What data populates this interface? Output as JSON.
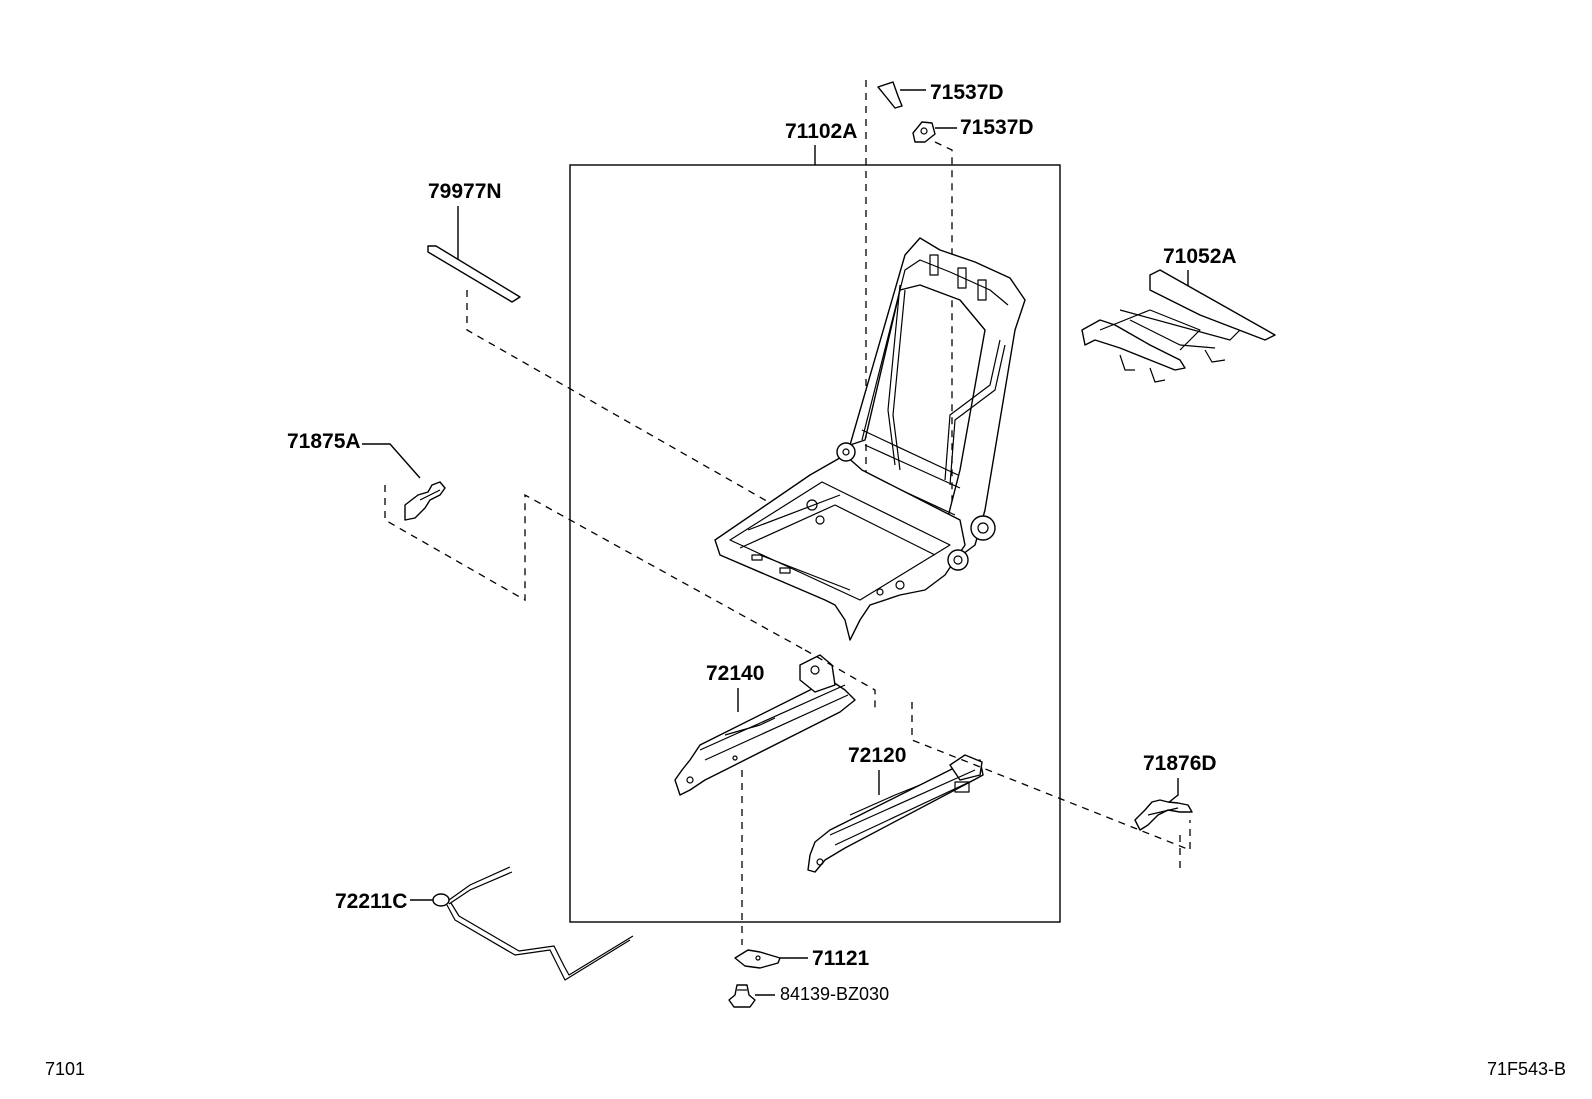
{
  "diagram": {
    "group_label": "71102A",
    "parts": [
      {
        "id": "71537D_top",
        "label": "71537D"
      },
      {
        "id": "71537D_lower",
        "label": "71537D"
      },
      {
        "id": "79977N",
        "label": "79977N"
      },
      {
        "id": "71052A",
        "label": "71052A"
      },
      {
        "id": "71875A",
        "label": "71875A"
      },
      {
        "id": "72140",
        "label": "72140"
      },
      {
        "id": "72120",
        "label": "72120"
      },
      {
        "id": "71876D",
        "label": "71876D"
      },
      {
        "id": "72211C",
        "label": "72211C"
      },
      {
        "id": "71121",
        "label": "71121"
      },
      {
        "id": "84139-BZ030",
        "label": "84139-BZ030"
      }
    ]
  },
  "footer": {
    "page_code": "7101",
    "figure_code": "71F543-B"
  }
}
